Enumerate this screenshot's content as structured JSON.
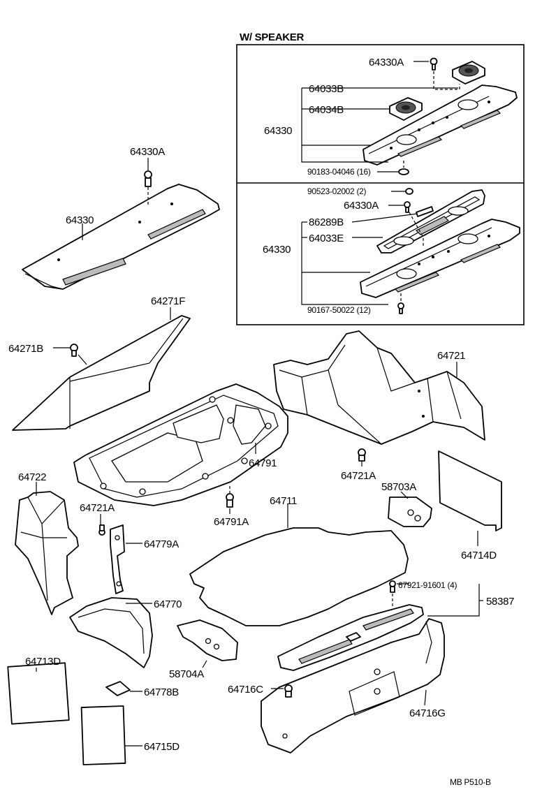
{
  "section_title": "W/ SPEAKER",
  "footer_code": "MB  P510-B",
  "labels": {
    "l_64330A_top": "64330A",
    "l_64033B": "64033B",
    "l_64034B": "64034B",
    "l_64330_box1": "64330",
    "l_90183": "90183-04046 (16)",
    "l_90523": "90523-02002 (2)",
    "l_64330A_box2": "64330A",
    "l_86289B": "86289B",
    "l_64330_box2": "64330",
    "l_64033E": "64033E",
    "l_90167": "90167-50022 (12)",
    "l_64330A_left": "64330A",
    "l_64330_left": "64330",
    "l_64271F": "64271F",
    "l_64271B": "64271B",
    "l_64721": "64721",
    "l_64721A_right": "64721A",
    "l_64791": "64791",
    "l_64722": "64722",
    "l_64721A_left": "64721A",
    "l_64779A": "64779A",
    "l_64791A": "64791A",
    "l_64711": "64711",
    "l_58703A": "58703A",
    "l_64714D": "64714D",
    "l_64770": "64770",
    "l_67921": "67921-91601 (4)",
    "l_58387": "58387",
    "l_64713D": "64713D",
    "l_58704A": "58704A",
    "l_64716C": "64716C",
    "l_64778B": "64778B",
    "l_64716G": "64716G",
    "l_64715D": "64715D"
  }
}
